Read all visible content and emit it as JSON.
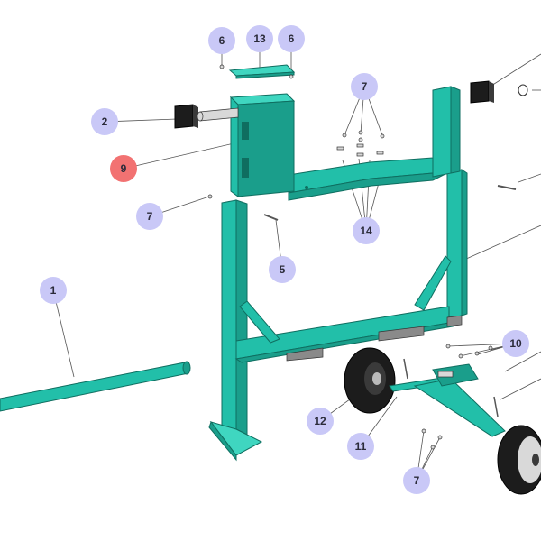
{
  "diagram": {
    "callouts": [
      {
        "id": "c1",
        "label": "1",
        "active": false
      },
      {
        "id": "c2",
        "label": "2",
        "active": false
      },
      {
        "id": "c5",
        "label": "5",
        "active": false
      },
      {
        "id": "c6a",
        "label": "6",
        "active": false
      },
      {
        "id": "c6b",
        "label": "6",
        "active": false
      },
      {
        "id": "c7a",
        "label": "7",
        "active": false
      },
      {
        "id": "c7b",
        "label": "7",
        "active": false
      },
      {
        "id": "c7c",
        "label": "7",
        "active": false
      },
      {
        "id": "c9",
        "label": "9",
        "active": true
      },
      {
        "id": "c10",
        "label": "10",
        "active": false
      },
      {
        "id": "c11",
        "label": "11",
        "active": false
      },
      {
        "id": "c12",
        "label": "12",
        "active": false
      },
      {
        "id": "c13",
        "label": "13",
        "active": false
      },
      {
        "id": "c14",
        "label": "14",
        "active": false
      }
    ],
    "colors": {
      "frame": "#22bfa9",
      "callout": "#c9c8f7",
      "callout_active": "#f27272",
      "tyre": "#1c1c1c"
    }
  }
}
